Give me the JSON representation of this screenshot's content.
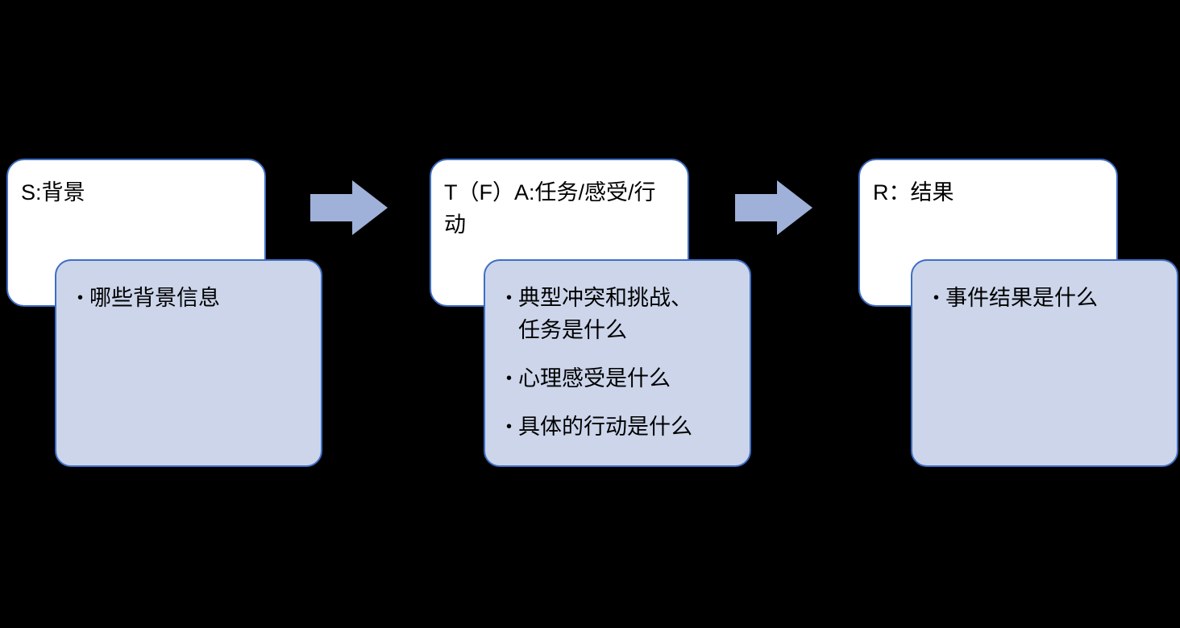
{
  "diagram": {
    "background_color": "#000000",
    "box_fill_color": "#ffffff",
    "panel_fill_color": "#ccd5ea",
    "border_color": "#3f6ec4",
    "arrow_color": "#9fb1d8",
    "bullet_glyph": "•",
    "columns": [
      {
        "title": "S:背景",
        "bullets": [
          "哪些背景信息"
        ]
      },
      {
        "title": "T（F）A:任务/感受/行动",
        "bullets": [
          "典型冲突和挑战、任务是什么",
          "心理感受是什么",
          "具体的行动是什么"
        ]
      },
      {
        "title": "R：结果",
        "bullets": [
          "事件结果是什么"
        ]
      }
    ]
  }
}
